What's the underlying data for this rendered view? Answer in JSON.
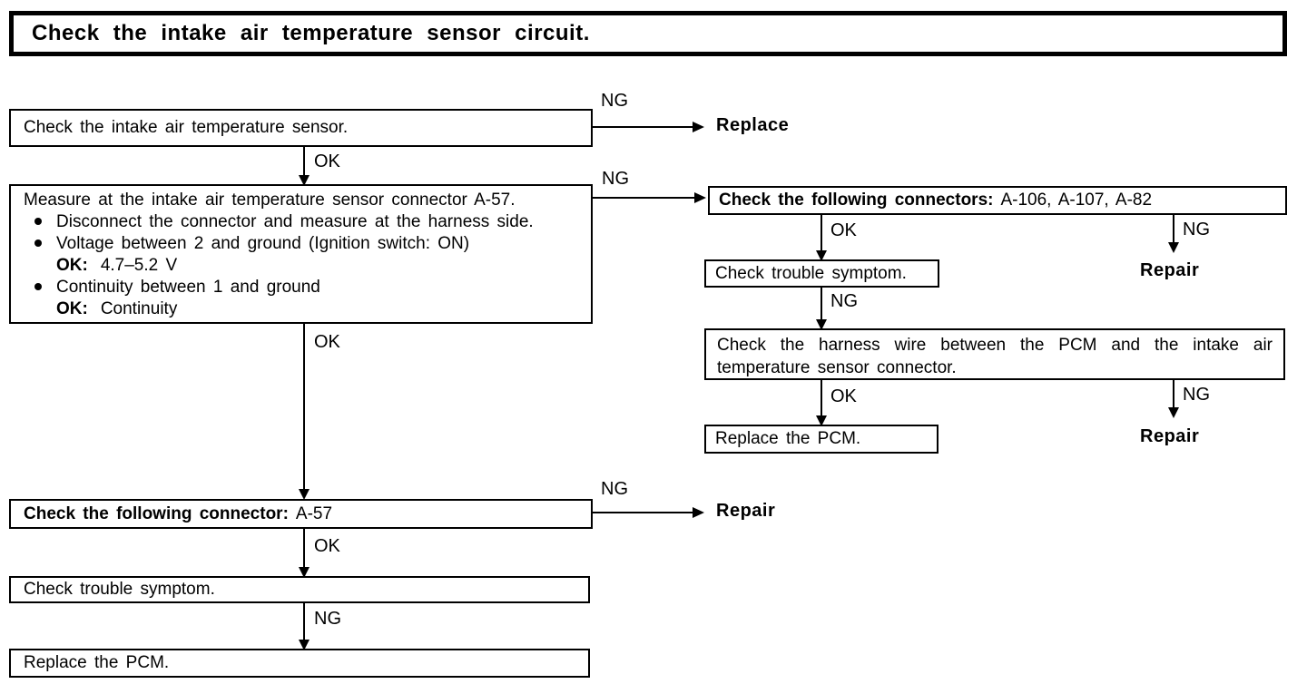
{
  "title": "Check the intake air temperature sensor circuit.",
  "labels": {
    "ok": "OK",
    "ng": "NG",
    "replace": "Replace",
    "repair": "Repair"
  },
  "flow": {
    "check_sensor": "Check the intake air temperature sensor.",
    "measure": {
      "heading": "Measure at the intake air temperature sensor connector A-57.",
      "bullet1": "Disconnect the connector and measure at the harness side.",
      "bullet2": "Voltage between 2 and ground (Ignition switch: ON)",
      "ok1_label": "OK:",
      "ok1_value": "4.7–5.2 V",
      "bullet3": "Continuity between 1 and ground",
      "ok2_label": "OK:",
      "ok2_value": "Continuity"
    },
    "connectors_label": "Check the following connectors:",
    "connectors_value": "A-106, A-107, A-82",
    "check_trouble_right": "Check trouble symptom.",
    "harness": "Check the harness wire between the PCM and the intake air temperature sensor connector.",
    "replace_pcm_right": "Replace the PCM.",
    "connector_a57_label": "Check the following connector:",
    "connector_a57_value": "A-57",
    "check_trouble_left": "Check trouble symptom.",
    "replace_pcm_left": "Replace the PCM."
  }
}
